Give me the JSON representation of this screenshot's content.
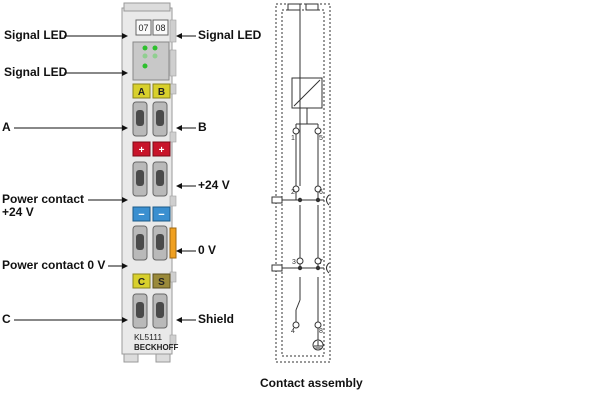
{
  "terminal": {
    "channel_numbers": [
      "07",
      "08"
    ],
    "color_labels": {
      "a": "A",
      "b": "B",
      "plus_left": "+",
      "plus_right": "+",
      "minus_left": "−",
      "minus_right": "−",
      "c": "C",
      "s": "S"
    },
    "model": "KL5111",
    "brand": "BECKHOFF",
    "colors": {
      "yellow": "#d8d02c",
      "red": "#c8142a",
      "blue": "#3a8fd0",
      "orange": "#f0a020",
      "olive": "#9a8a3a",
      "led_green": "#2ec02e",
      "body": "#e9e9e9"
    }
  },
  "labels": {
    "signal_led_top_left": "Signal LED",
    "signal_led_top_right": "Signal LED",
    "signal_led_second": "Signal LED",
    "a": "A",
    "b": "B",
    "plus_24v_right": "+24 V",
    "power_contact_24v": "Power contact\n+24 V",
    "zero_v": "0 V",
    "power_contact_0v": "Power contact 0 V",
    "c": "C",
    "shield": "Shield"
  },
  "schematic": {
    "caption": "Contact assembly",
    "terminal_numbers": [
      "1",
      "5",
      "2",
      "6",
      "3",
      "7",
      "4",
      "8"
    ]
  }
}
